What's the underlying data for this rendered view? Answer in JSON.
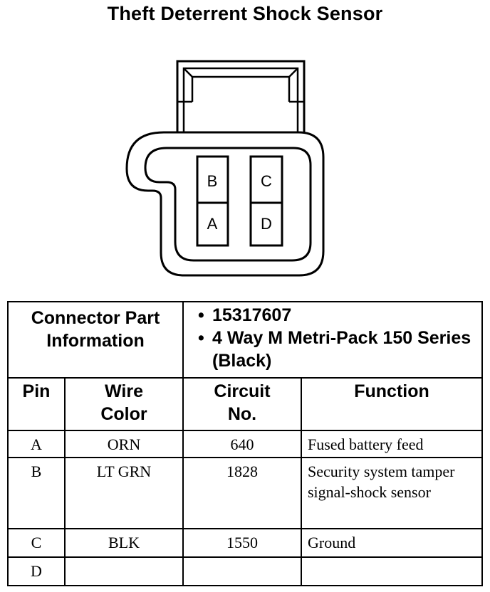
{
  "title": "Theft Deterrent Shock Sensor",
  "connector": {
    "pins": [
      {
        "label": "B"
      },
      {
        "label": "C"
      },
      {
        "label": "A"
      },
      {
        "label": "D"
      }
    ]
  },
  "table": {
    "part_info_label_line1": "Connector Part",
    "part_info_label_line2": "Information",
    "part_info": [
      "15317607",
      "4 Way M Metri-Pack 150 Series (Black)"
    ],
    "headers": {
      "pin": "Pin",
      "wire_color_line1": "Wire",
      "wire_color_line2": "Color",
      "circuit_line1": "Circuit",
      "circuit_line2": "No.",
      "function": "Function"
    },
    "rows": [
      {
        "pin": "A",
        "wire_color": "ORN",
        "circuit": "640",
        "function": "Fused battery feed"
      },
      {
        "pin": "B",
        "wire_color": "LT GRN",
        "circuit": "1828",
        "function": "Security system tamper signal-shock sensor"
      },
      {
        "pin": "C",
        "wire_color": "BLK",
        "circuit": "1550",
        "function": "Ground"
      },
      {
        "pin": "D",
        "wire_color": "",
        "circuit": "",
        "function": ""
      }
    ]
  }
}
